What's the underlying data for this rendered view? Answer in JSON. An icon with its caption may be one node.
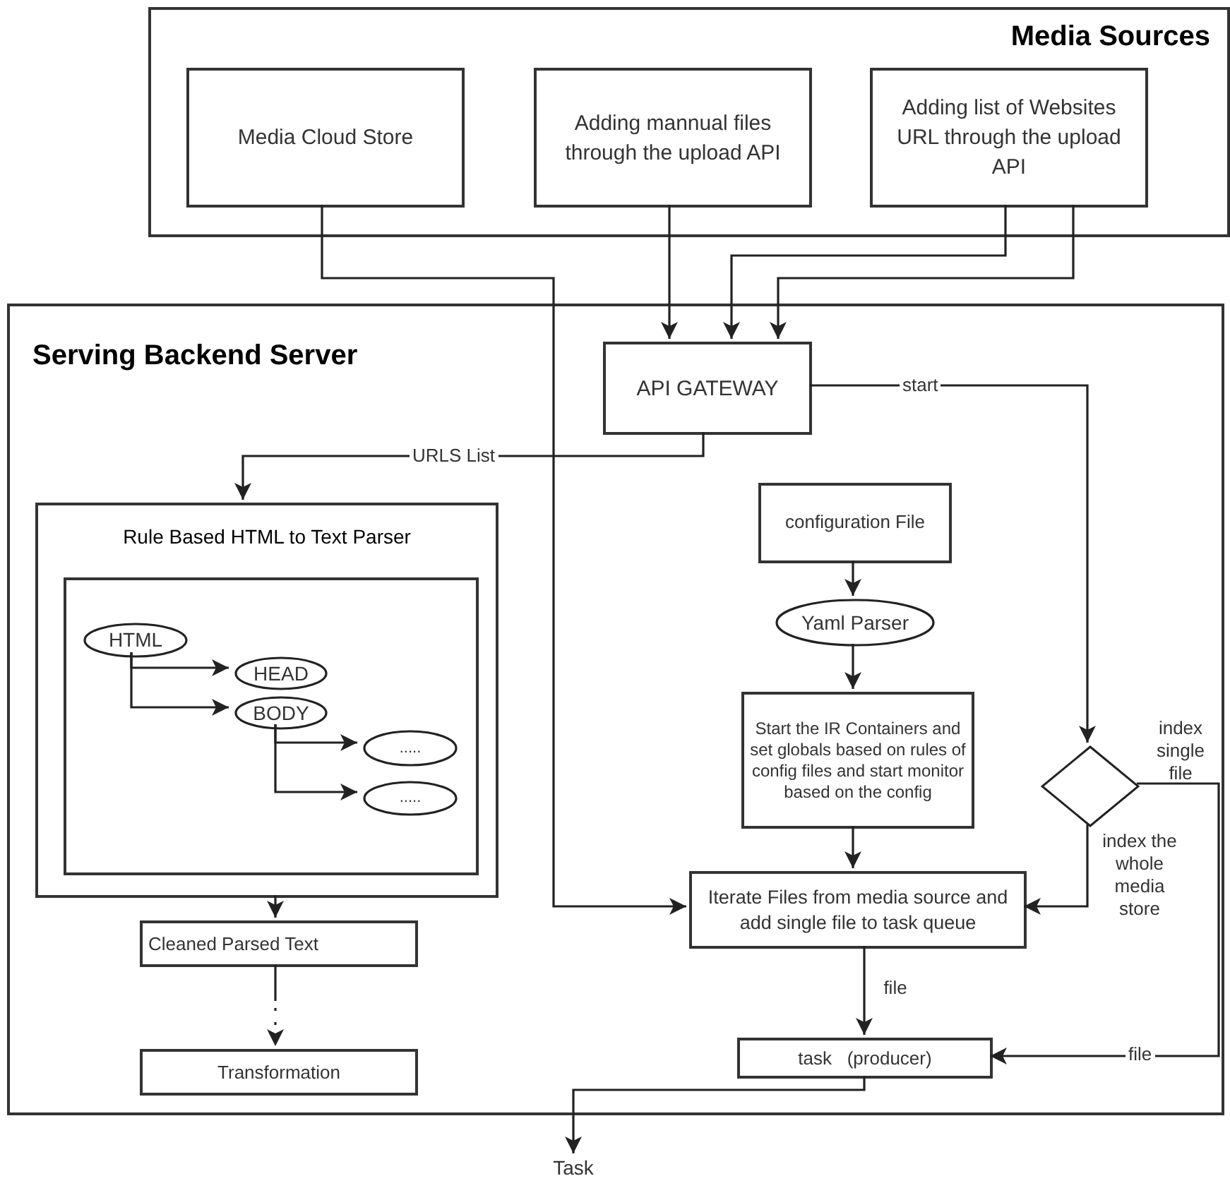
{
  "diagram": {
    "nodes": [
      {
        "text": [
          "Media Sources"
        ]
      },
      {
        "text": [
          "Media Cloud Store"
        ],
        "in": 0
      },
      {
        "text": [
          "Adding mannual files through the upload API"
        ],
        "in": 0
      },
      {
        "text": [
          "Adding list of Websites URL through the upload API"
        ],
        "in": 0
      },
      {
        "text": [
          "Serving Backend Server"
        ]
      },
      {
        "text": [
          "API GATEWAY"
        ],
        "in": 4
      },
      {
        "text": [
          "Rule Based HTML to Text  Parser"
        ],
        "in": 4
      },
      {
        "text": [],
        "shape": "box",
        "in": 6
      },
      {
        "text": [
          "HTML"
        ],
        "in": 7
      },
      {
        "text": [
          "HEAD"
        ],
        "in": 7
      },
      {
        "text": [
          "BODY"
        ],
        "in": 7
      },
      {
        "text": [
          "....."
        ],
        "in": 7
      },
      {
        "text": [
          "....."
        ],
        "in": 7
      },
      {
        "text": [
          "Cleaned Parsed Text"
        ],
        "in": 4
      },
      {
        "text": [
          "Transformation"
        ],
        "in": 4
      },
      {
        "text": [
          "configuration File"
        ],
        "in": 4
      },
      {
        "text": [
          "Yaml Parser"
        ],
        "in": 4
      },
      {
        "text": [
          "Start the IR Containers and set globals based on rules of config files and start monitor based on the config"
        ],
        "in": 4
      },
      {
        "text": [
          "Iterate Files from media source and add single file to task queue"
        ],
        "in": 4
      },
      {
        "text": [],
        "shape": "diamond",
        "in": 4
      },
      {
        "text": [
          "task   (producer)"
        ],
        "in": 4
      },
      {
        "text": [
          "Task"
        ]
      }
    ],
    "edges": [
      {
        "from": 1,
        "to": 18,
        "arrow": "to"
      },
      {
        "from": 2,
        "to": 5,
        "arrow": "to"
      },
      {
        "from": 3,
        "to": 5,
        "arrow": "to"
      },
      {
        "from": 3,
        "to": 5,
        "arrow": "to"
      },
      {
        "from": 5,
        "to": 6,
        "arrow": "to",
        "label": "URLS List"
      },
      {
        "from": 5,
        "to": 19,
        "arrow": "to",
        "label": "start"
      },
      {
        "from": 6,
        "to": 13,
        "arrow": "to"
      },
      {
        "from": 13,
        "to": 14,
        "arrow": "to",
        "style": "dashed"
      },
      {
        "from": 8,
        "to": 9,
        "arrow": "to"
      },
      {
        "from": 8,
        "to": 10,
        "arrow": "to"
      },
      {
        "from": 10,
        "to": 11,
        "arrow": "to"
      },
      {
        "from": 10,
        "to": 12,
        "arrow": "to"
      },
      {
        "from": 15,
        "to": 16,
        "arrow": "to"
      },
      {
        "from": 16,
        "to": 17,
        "arrow": "to"
      },
      {
        "from": 17,
        "to": 18,
        "arrow": "to"
      },
      {
        "from": 19,
        "to": 18,
        "arrow": "to",
        "label": "index the whole media store"
      },
      {
        "from": 19,
        "to": 20,
        "arrow": "to",
        "label": "file"
      },
      {
        "from": 18,
        "to": 20,
        "arrow": "to",
        "label": "file"
      },
      {
        "from": 20,
        "to": 21,
        "arrow": "to"
      }
    ],
    "labels": [
      "index single file"
    ]
  }
}
